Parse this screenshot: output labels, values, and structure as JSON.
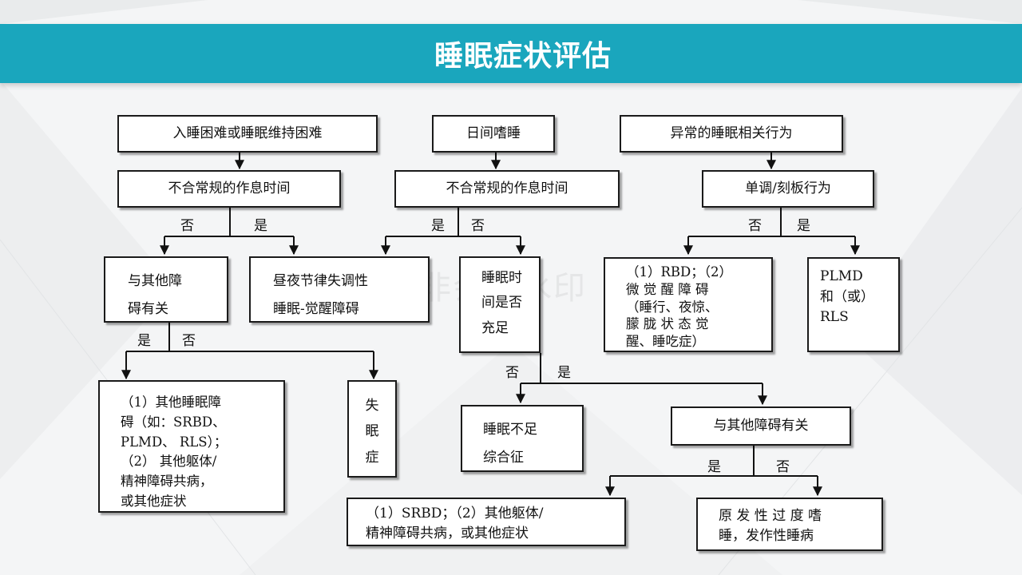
{
  "title": "睡眠症状评估",
  "watermark": "非会员水印",
  "boxes": {
    "insomnia_difficulty": "入睡困难或睡眠维持困难",
    "daytime_sleepiness": "日间嗜睡",
    "abnormal_behavior": "异常的睡眠相关行为",
    "irregular_schedule_1": "不合常规的作息时间",
    "irregular_schedule_2": "不合常规的作息时间",
    "monotonous_behavior": "单调/刻板行为",
    "related_other_1": [
      "与其他障",
      "碍有关"
    ],
    "circadian": [
      "昼夜节律失调性",
      "睡眠-觉醒障碍"
    ],
    "sleep_time_enough": [
      "睡眠时",
      "间是否",
      "充足"
    ],
    "rbd_arousal": [
      "（1）RBD；（2）",
      "微 觉 醒 障 碍",
      "（睡行、夜惊、",
      "朦 胧 状 态 觉",
      "醒、睡吃症）"
    ],
    "plmd_rls": [
      "PLMD",
      "和（或）",
      "RLS"
    ],
    "other_sleep_disorders": [
      "（1）其他睡眠障",
      "碍（如：SRBD、",
      "PLMD、 RLS）；",
      "（2） 其他躯体/",
      "精神障碍共病，",
      "或其他症状"
    ],
    "insomnia": [
      "失",
      "眠",
      "症"
    ],
    "insufficient_sleep": [
      "睡眠不足",
      "综合征"
    ],
    "related_other_2": "与其他障碍有关",
    "srbd_comorbid": [
      "（1）SRBD；（2）其他躯体/",
      "精神障碍共病，或其他症状"
    ],
    "hypersomnia": [
      "原 发 性 过 度 嗜",
      "睡，发作性睡病"
    ]
  },
  "labels": {
    "no": "否",
    "yes": "是"
  }
}
